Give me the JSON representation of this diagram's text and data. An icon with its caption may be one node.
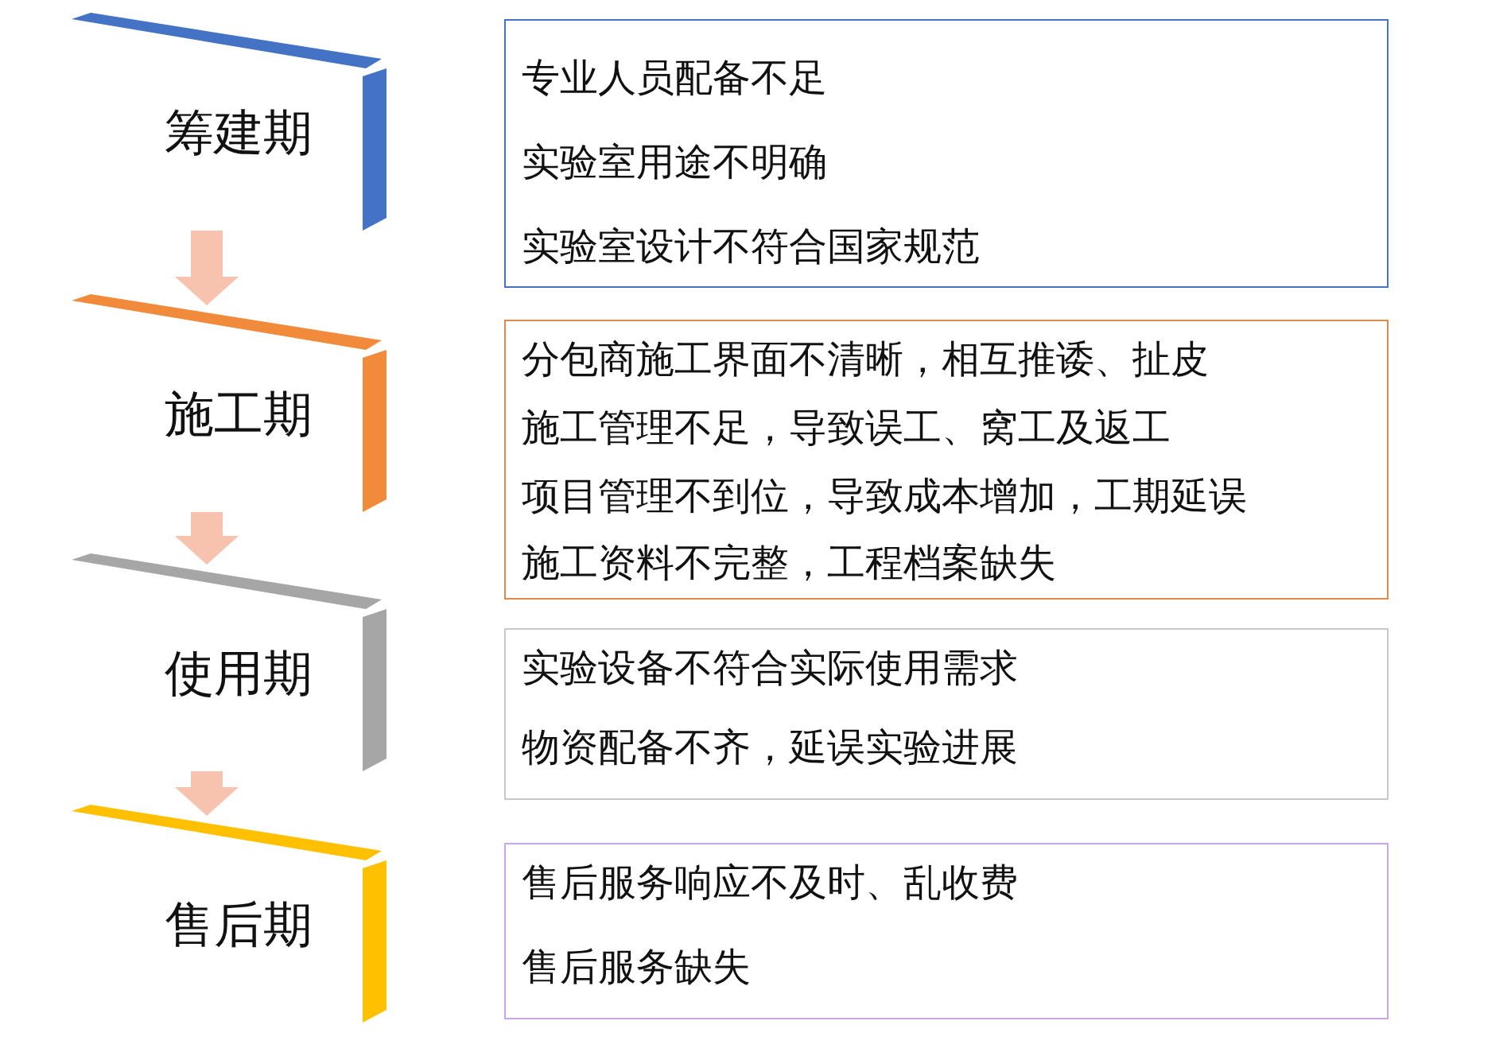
{
  "diagram": {
    "nodes": [
      {
        "text": [
          "筹建期"
        ]
      },
      {
        "text": [
          "专业人员配备不足",
          "实验室用途不明确",
          "实验室设计不符合国家规范"
        ]
      },
      {
        "text": [
          "施工期"
        ]
      },
      {
        "text": [
          "分包商施工界面不清晰，相互推诿、扯皮",
          "施工管理不足，导致误工、窝工及返工",
          "项目管理不到位，导致成本增加，工期延误",
          "施工资料不完整，工程档案缺失"
        ]
      },
      {
        "text": [
          "使用期"
        ]
      },
      {
        "text": [
          "实验设备不符合实际使用需求",
          "物资配备不齐，延误实验进展"
        ]
      },
      {
        "text": [
          "售后期"
        ]
      },
      {
        "text": [
          "售后服务响应不及时、乱收费",
          "售后服务缺失"
        ]
      }
    ],
    "edges": [
      {
        "from": 0,
        "to": 2,
        "arrow": "to"
      },
      {
        "from": 2,
        "to": 4,
        "arrow": "to"
      },
      {
        "from": 4,
        "to": 6,
        "arrow": "to"
      }
    ]
  }
}
